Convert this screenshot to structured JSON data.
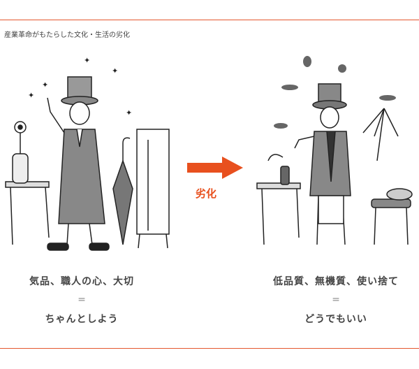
{
  "caption": "産業革命がもたらした文化・生活の劣化",
  "arrow_label": "劣化",
  "accent_color": "#e8501e",
  "left": {
    "line1": "気品、職人の心、大切",
    "equals": "＝",
    "line2": "ちゃんとしよう"
  },
  "right": {
    "line1": "低品質、無機質、使い捨て",
    "equals": "＝",
    "line2": "どうでもいい"
  }
}
